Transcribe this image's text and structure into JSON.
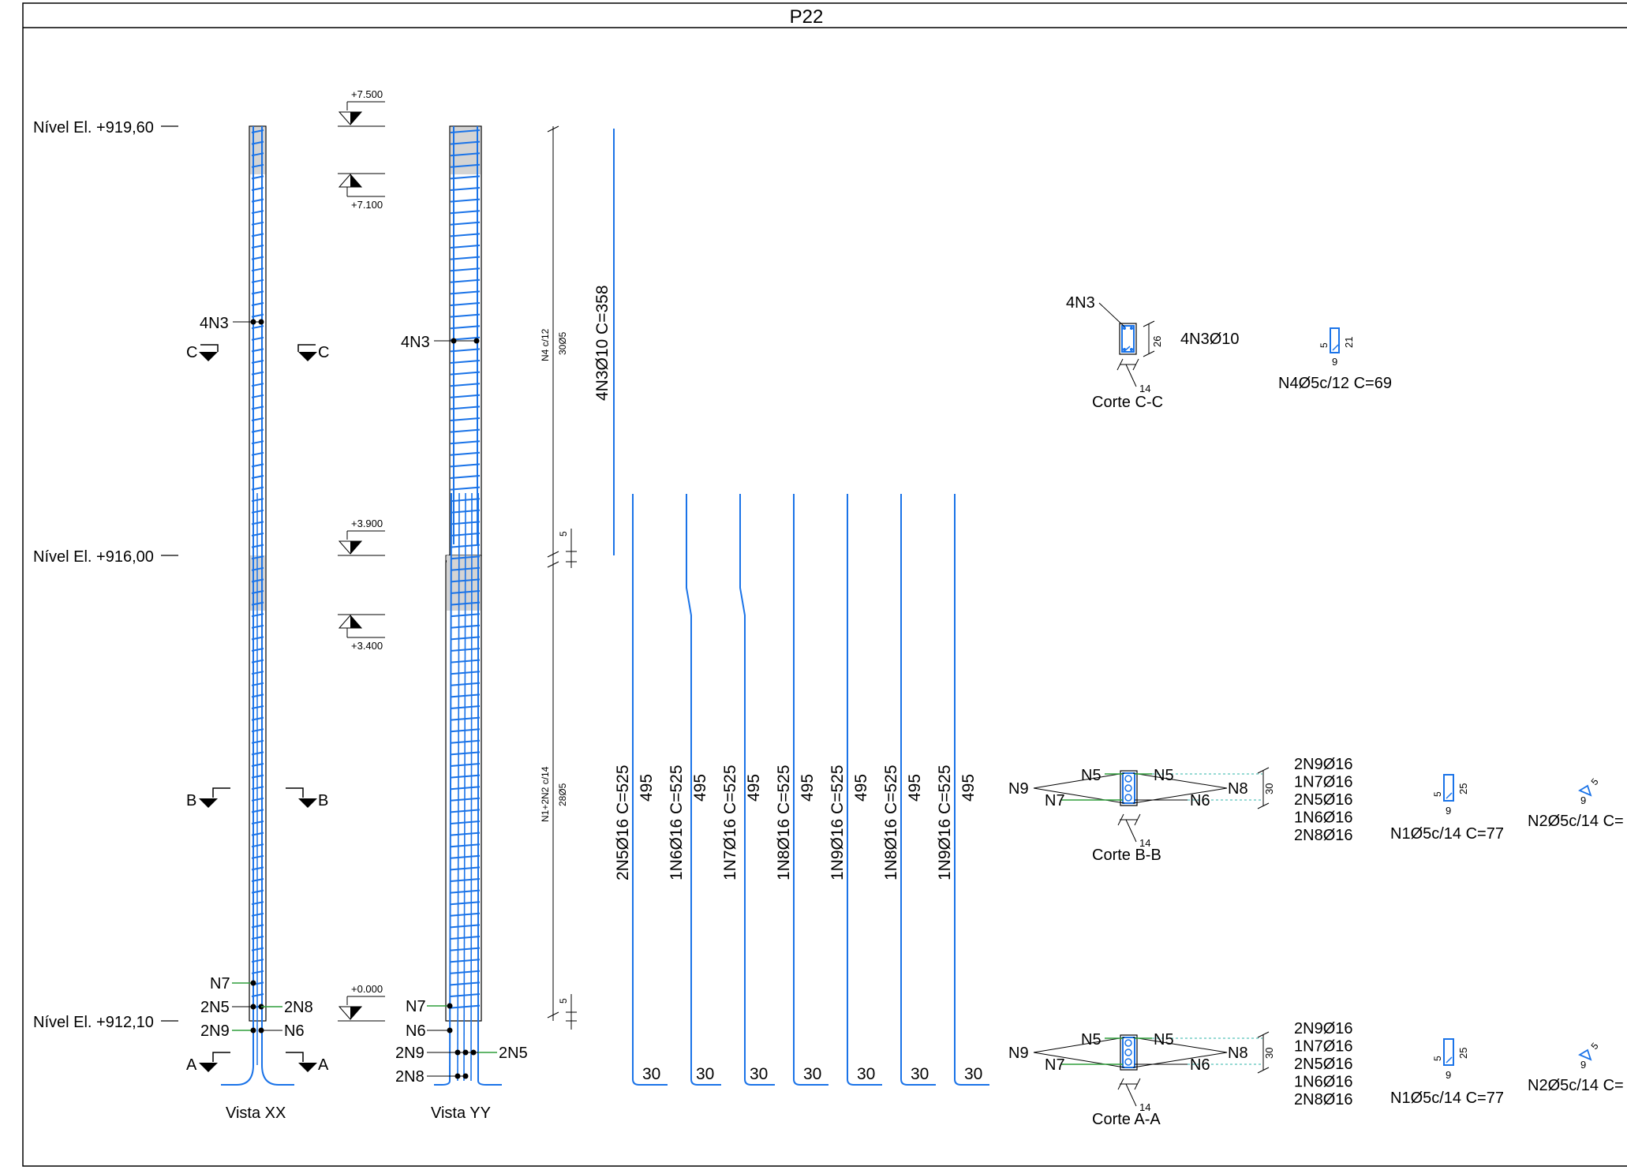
{
  "title": "P22",
  "levels": [
    "Nível El. +919,60",
    "Nível El. +916,00",
    "Nível El. +912,10"
  ],
  "elevation_marks": [
    "+7.500",
    "+7.100",
    "+3.900",
    "+3.400",
    "+0.000"
  ],
  "views": {
    "xx_label": "Vista XX",
    "yy_label": "Vista YY"
  },
  "section_marks": {
    "a": "A",
    "b": "B",
    "c": "C"
  },
  "bar_labels": {
    "n3_4": "4N3",
    "n7": "N7",
    "n6": "N6",
    "n5": "N5",
    "n8": "N8",
    "n9": "N9",
    "n5_2": "2N5",
    "n8_2": "2N8",
    "n9_2": "2N9"
  },
  "dimension_labels": {
    "top_stirrups_a": "N4 c/12",
    "top_stirrups_b": "30Ø5",
    "bottom_stirrups_a": "N1+2N2 c/14",
    "bottom_stirrups_b": "28Ø5",
    "gap": "5"
  },
  "bar_schedule": [
    {
      "label": "4N3Ø10 C=358"
    },
    {
      "label": "2N5Ø16 C=525",
      "straight": "495",
      "hook": "30"
    },
    {
      "label": "1N6Ø16 C=525",
      "straight": "495",
      "hook": "30"
    },
    {
      "label": "1N7Ø16 C=525",
      "straight": "495",
      "hook": "30"
    },
    {
      "label": "1N8Ø16 C=525",
      "straight": "495",
      "hook": "30"
    },
    {
      "label": "1N9Ø16 C=525",
      "straight": "495",
      "hook": "30"
    },
    {
      "label": "1N8Ø16 C=525",
      "straight": "495",
      "hook": "30"
    },
    {
      "label": "1N9Ø16 C=525",
      "straight": "495",
      "hook": "30"
    }
  ],
  "section_cc": {
    "title": "Corte C-C",
    "callout": "4N3",
    "height": "26",
    "width": "14",
    "bars": "4N3Ø10"
  },
  "section_bb": {
    "title": "Corte B-B",
    "height": "30",
    "width": "14",
    "bars": [
      "2N9Ø16",
      "1N7Ø16",
      "2N5Ø16",
      "1N6Ø16",
      "2N8Ø16"
    ]
  },
  "section_aa": {
    "title": "Corte A-A",
    "height": "30",
    "width": "14",
    "bars": [
      "2N9Ø16",
      "1N7Ø16",
      "2N5Ø16",
      "1N6Ø16",
      "2N8Ø16"
    ]
  },
  "stirrups": {
    "n4": {
      "label": "N4Ø5c/12 C=69",
      "h": "21",
      "w": "9",
      "hook": "5"
    },
    "n1": {
      "label": "N1Ø5c/14 C=77",
      "h": "25",
      "w": "9",
      "hook": "5"
    },
    "n2": {
      "label": "N2Ø5c/14 C=",
      "w": "9",
      "hook": "5"
    }
  },
  "colors": {
    "rebar": "#1a73e8",
    "lead": "#2e9e3a",
    "concrete": "#d4d4d4",
    "dotted": "#2cb5a8"
  }
}
